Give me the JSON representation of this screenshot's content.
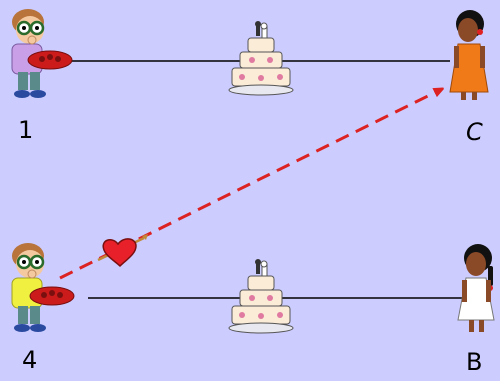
{
  "labels": {
    "top_left": "1",
    "top_right": "C",
    "bottom_left": "4",
    "bottom_right": "B"
  },
  "colors": {
    "background": "#ccccff",
    "line": "#000000",
    "arrow": "#dd2222",
    "heart": "#e8202a"
  },
  "icons": [
    "boy-with-chocolates-icon",
    "wedding-cake-icon",
    "girl-icon",
    "heart-with-arrow-icon"
  ]
}
